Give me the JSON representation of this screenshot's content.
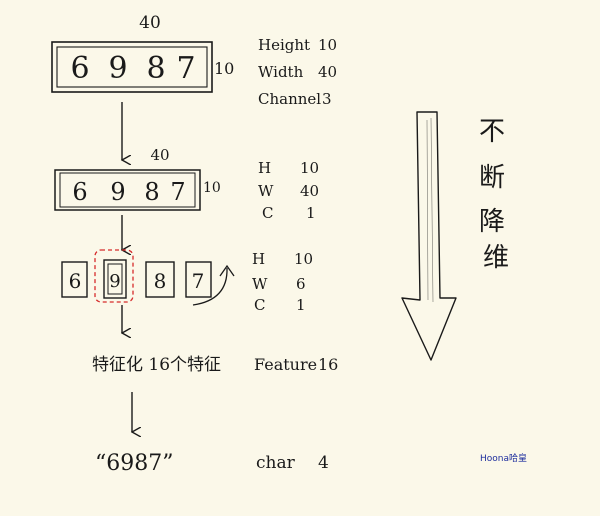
{
  "step1": {
    "width_top": "40",
    "height_side": "10",
    "digits": [
      "6",
      "9",
      "8",
      "7"
    ],
    "digit_color": "#d62b2b",
    "props": [
      {
        "label": "Height",
        "value": "10"
      },
      {
        "label": "Width",
        "value": "40"
      },
      {
        "label": "Channel",
        "value": "3"
      }
    ]
  },
  "step2": {
    "width_top": "40",
    "height_side": "10",
    "digits": [
      "6",
      "9",
      "8",
      "7"
    ],
    "props": [
      {
        "label": "H",
        "value": "10"
      },
      {
        "label": "W",
        "value": "40"
      },
      {
        "label": "C",
        "value": "1"
      }
    ]
  },
  "step3": {
    "digits": [
      "6",
      "9",
      "8",
      "7"
    ],
    "highlight_color": "#d62b2b",
    "props": [
      {
        "label": "H",
        "value": "10"
      },
      {
        "label": "W",
        "value": "6"
      },
      {
        "label": "C",
        "value": "1"
      }
    ]
  },
  "step4": {
    "text": "特征化 16个特征",
    "prop": {
      "label": "Feature",
      "value": "16"
    }
  },
  "step5": {
    "text": "“6987”",
    "prop": {
      "label": "char",
      "value": "4"
    }
  },
  "side_label": [
    "不",
    "断",
    "降",
    "维"
  ],
  "watermark": {
    "text": "Hoona哈皇",
    "color": "#1f2f9e"
  },
  "ink_color": "#1a1a1a"
}
